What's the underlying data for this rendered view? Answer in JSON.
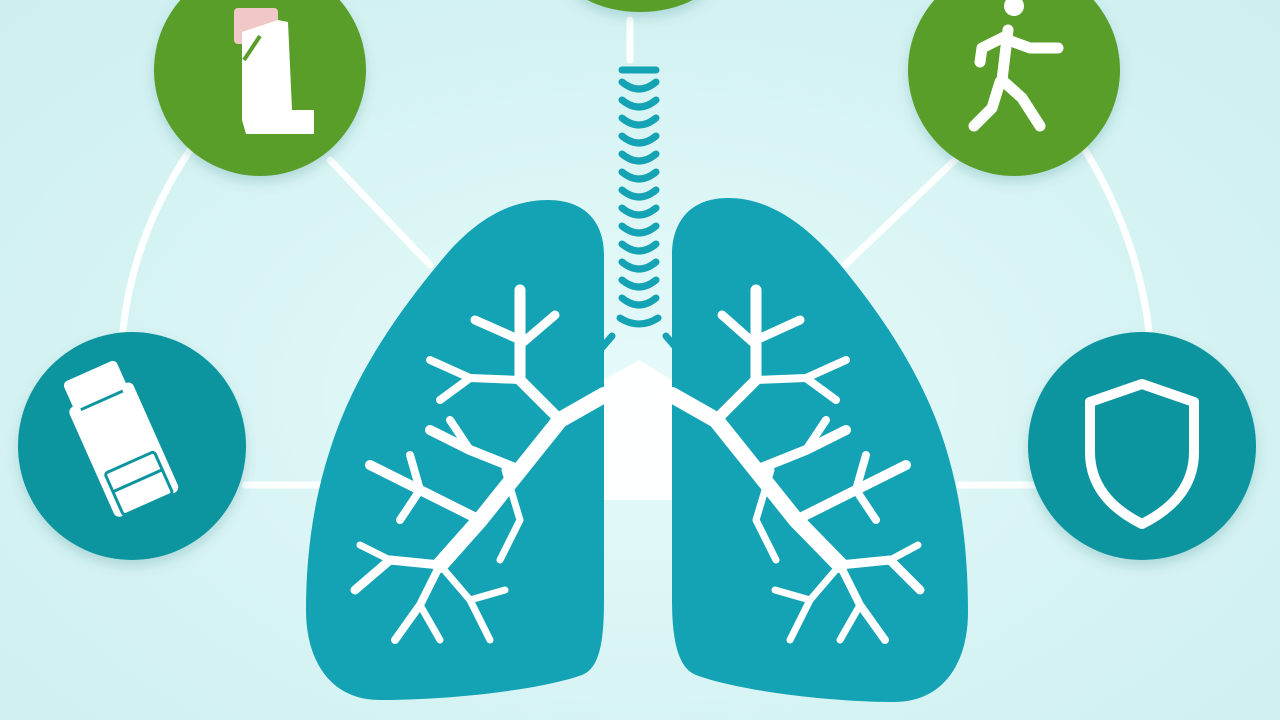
{
  "colors": {
    "background": "#d6f3f3",
    "lung_fill": "#14a3b4",
    "lung_dark": "#0f95a6",
    "airway": "#ffffff",
    "connector": "#ffffff",
    "badge_green": "#5a9e2a",
    "badge_teal": "#11959f",
    "icon_white": "#ffffff"
  },
  "badges": [
    {
      "id": "badge-top-left",
      "icon": "inhaler-icon",
      "color": "green"
    },
    {
      "id": "badge-top-center",
      "icon": "unknown-icon",
      "color": "green"
    },
    {
      "id": "badge-top-right",
      "icon": "walking-person-icon",
      "color": "green"
    },
    {
      "id": "badge-mid-left",
      "icon": "inhaler-canister-icon",
      "color": "teal"
    },
    {
      "id": "badge-mid-right",
      "icon": "shield-icon",
      "color": "teal"
    }
  ],
  "central_figure": {
    "icon": "lungs-icon"
  }
}
